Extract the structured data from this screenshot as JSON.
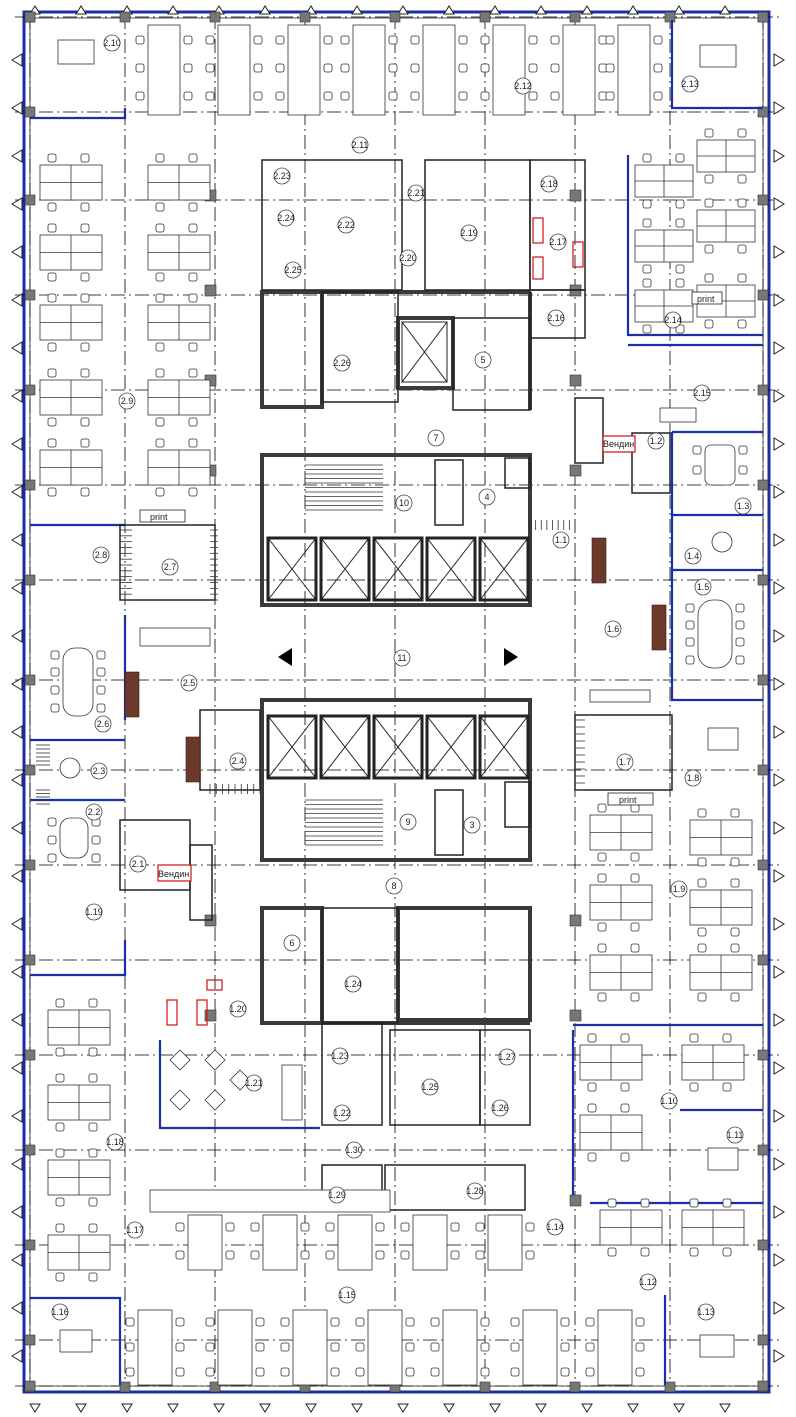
{
  "plan": {
    "rooms": [
      {
        "id": "r-2-10",
        "label": "2.10"
      },
      {
        "id": "r-2-12",
        "label": "2.12"
      },
      {
        "id": "r-2-13",
        "label": "2.13"
      },
      {
        "id": "r-2-11",
        "label": "2.11"
      },
      {
        "id": "r-2-23",
        "label": "2.23"
      },
      {
        "id": "r-2-21",
        "label": "2.21"
      },
      {
        "id": "r-2-18",
        "label": "2.18"
      },
      {
        "id": "r-2-24",
        "label": "2.24"
      },
      {
        "id": "r-2-22",
        "label": "2.22"
      },
      {
        "id": "r-2-19",
        "label": "2.19"
      },
      {
        "id": "r-2-17",
        "label": "2.17"
      },
      {
        "id": "r-2-20",
        "label": "2.20"
      },
      {
        "id": "r-2-25",
        "label": "2.25"
      },
      {
        "id": "r-2-16",
        "label": "2.16"
      },
      {
        "id": "r-2-14",
        "label": "2.14"
      },
      {
        "id": "r-2-26",
        "label": "2.26"
      },
      {
        "id": "r-5",
        "label": "5"
      },
      {
        "id": "r-2-15",
        "label": "2.15"
      },
      {
        "id": "r-2-9",
        "label": "2.9"
      },
      {
        "id": "r-7",
        "label": "7"
      },
      {
        "id": "r-1-2",
        "label": "1.2"
      },
      {
        "id": "r-10",
        "label": "10"
      },
      {
        "id": "r-4",
        "label": "4"
      },
      {
        "id": "r-1-3",
        "label": "1.3"
      },
      {
        "id": "r-1-1",
        "label": "1.1"
      },
      {
        "id": "r-1-4",
        "label": "1.4"
      },
      {
        "id": "r-2-8",
        "label": "2.8"
      },
      {
        "id": "r-2-7",
        "label": "2.7"
      },
      {
        "id": "r-1-5",
        "label": "1.5"
      },
      {
        "id": "r-1-6",
        "label": "1.6"
      },
      {
        "id": "r-11",
        "label": "11"
      },
      {
        "id": "r-2-5",
        "label": "2.5"
      },
      {
        "id": "r-2-6",
        "label": "2.6"
      },
      {
        "id": "r-2-4",
        "label": "2.4"
      },
      {
        "id": "r-1-7",
        "label": "1.7"
      },
      {
        "id": "r-2-3",
        "label": "2.3"
      },
      {
        "id": "r-1-8",
        "label": "1.8"
      },
      {
        "id": "r-2-2",
        "label": "2.2"
      },
      {
        "id": "r-9",
        "label": "9"
      },
      {
        "id": "r-3",
        "label": "3"
      },
      {
        "id": "r-2-1",
        "label": "2.1"
      },
      {
        "id": "r-1-9",
        "label": "1.9"
      },
      {
        "id": "r-8",
        "label": "8"
      },
      {
        "id": "r-1-19",
        "label": "1.19"
      },
      {
        "id": "r-6",
        "label": "6"
      },
      {
        "id": "r-1-24",
        "label": "1.24"
      },
      {
        "id": "r-1-20",
        "label": "1.20"
      },
      {
        "id": "r-1-23",
        "label": "1.23"
      },
      {
        "id": "r-1-27",
        "label": "1.27"
      },
      {
        "id": "r-1-21",
        "label": "1.21"
      },
      {
        "id": "r-1-25",
        "label": "1.25"
      },
      {
        "id": "r-1-10",
        "label": "1.10"
      },
      {
        "id": "r-1-22",
        "label": "1.22"
      },
      {
        "id": "r-1-26",
        "label": "1.26"
      },
      {
        "id": "r-1-18",
        "label": "1.18"
      },
      {
        "id": "r-1-11",
        "label": "1.11"
      },
      {
        "id": "r-1-30",
        "label": "1.30"
      },
      {
        "id": "r-1-29",
        "label": "1.29"
      },
      {
        "id": "r-1-28",
        "label": "1.28"
      },
      {
        "id": "r-1-17",
        "label": "1.17"
      },
      {
        "id": "r-1-14",
        "label": "1.14"
      },
      {
        "id": "r-1-12",
        "label": "1.12"
      },
      {
        "id": "r-1-15",
        "label": "1.15"
      },
      {
        "id": "r-1-16",
        "label": "1.16"
      },
      {
        "id": "r-1-13",
        "label": "1.13"
      }
    ],
    "tags": {
      "print_top_left": "print",
      "print_right_top": "print",
      "print_right_mid": "print",
      "vending_top": "Вендин",
      "vending_bottom": "Вендин"
    },
    "colors": {
      "wall": "#3a3a3a",
      "glass": "#1a2ea8",
      "grid": "#000000",
      "furniture": "#333333",
      "red": "#d01010",
      "brown": "#6b3a2a",
      "column": "#777777"
    }
  }
}
